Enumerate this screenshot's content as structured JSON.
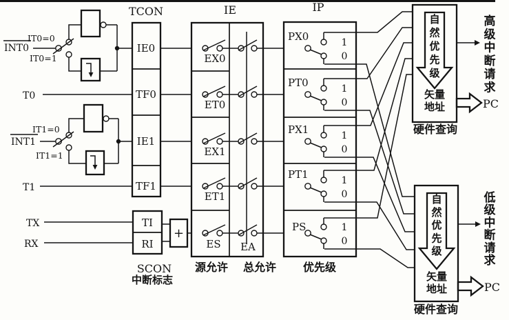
{
  "titles": {
    "tcon": "TCON",
    "ie": "IE",
    "ip": "IP"
  },
  "inputs": {
    "int0": "INT0",
    "int0_mode0": "IT0=0",
    "int0_mode1": "IT0=1",
    "t0": "T0",
    "int1": "INT1",
    "int1_mode0": "IT1=0",
    "int1_mode1": "IT1=1",
    "t1": "T1",
    "tx": "TX",
    "rx": "RX"
  },
  "tcon_cells": [
    "IE0",
    "TF0",
    "IE1",
    "TF1"
  ],
  "scon": {
    "cells": [
      "TI",
      "RI"
    ],
    "or": "+",
    "name": "SCON",
    "caption": "中断标志"
  },
  "ie": {
    "switches": [
      "EX0",
      "ET0",
      "EX1",
      "ET1",
      "ES"
    ],
    "global": "EA",
    "caption_source": "源允许",
    "caption_global": "总允许"
  },
  "ip": {
    "switches": [
      "PX0",
      "PT0",
      "PX1",
      "PT1",
      "PS"
    ],
    "one": "1",
    "zero": "0",
    "caption": "优先级"
  },
  "high_block": {
    "priority": "自然优先级",
    "vector": "矢量地址",
    "caption": "硬件查询",
    "request": "高级中断请求",
    "pc": "PC"
  },
  "low_block": {
    "priority": "自然优先级",
    "vector": "矢量地址",
    "caption": "硬件查询",
    "request": "低级中断请求",
    "pc": "PC"
  }
}
